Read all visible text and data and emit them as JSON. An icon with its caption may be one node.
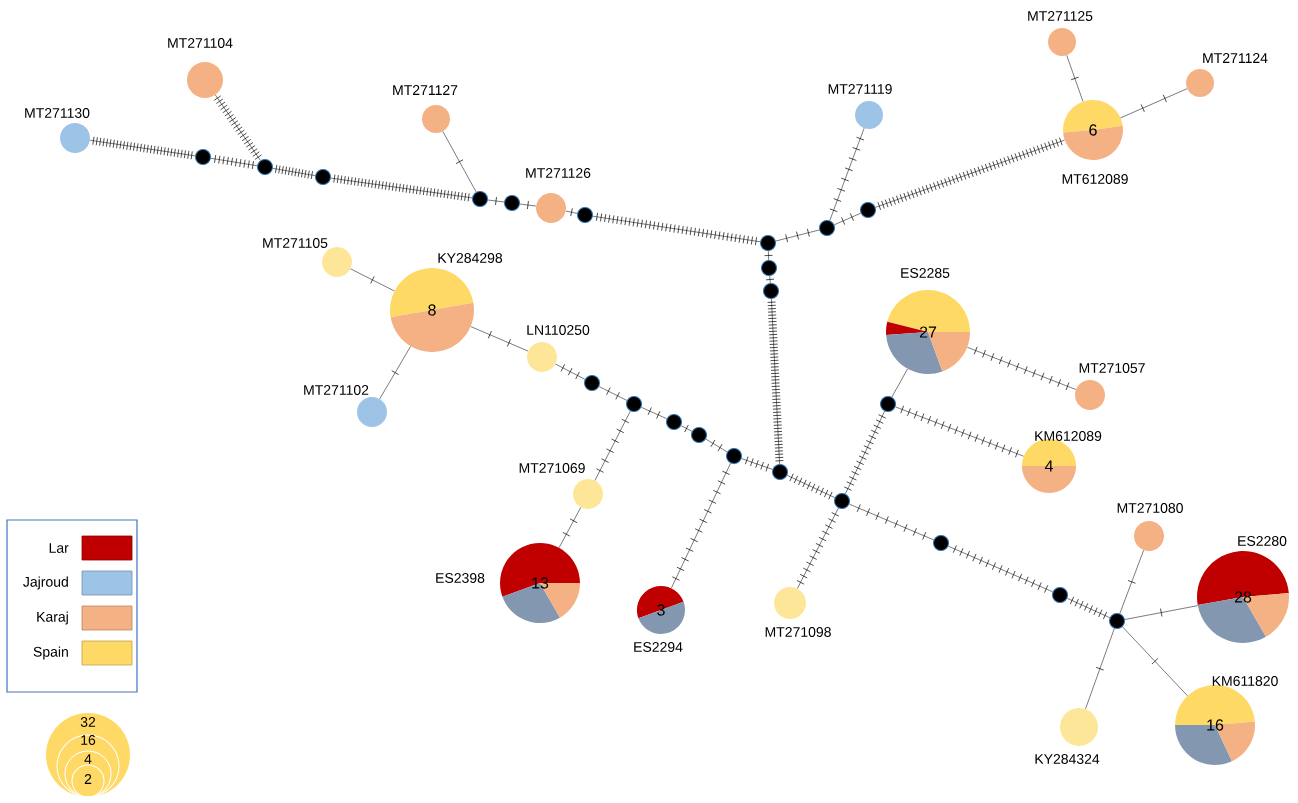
{
  "diagram": {
    "nodes": [
      {
        "text": [
          "MT271130"
        ]
      },
      {
        "text": [
          "MT271104"
        ]
      },
      {
        "text": [
          "MT271127"
        ]
      },
      {
        "text": [
          "MT271126"
        ]
      },
      {
        "text": [
          "MT271119"
        ]
      },
      {
        "text": [
          "MT271125"
        ]
      },
      {
        "text": [
          "MT271124"
        ]
      },
      {
        "text": [
          "6",
          "MT612089"
        ]
      },
      {
        "text": [
          "MT271105"
        ]
      },
      {
        "text": [
          "KY284298",
          "8"
        ]
      },
      {
        "text": [
          "MT271102"
        ]
      },
      {
        "text": [
          "LN110250"
        ]
      },
      {
        "text": [
          "ES2285",
          "27"
        ]
      },
      {
        "text": [
          "MT271057"
        ]
      },
      {
        "text": [
          "KM612089",
          "4"
        ]
      },
      {
        "text": [
          "MT271069"
        ]
      },
      {
        "text": [
          "ES2398",
          "13"
        ]
      },
      {
        "text": [
          "3",
          "ES2294"
        ]
      },
      {
        "text": [
          "MT271098"
        ]
      },
      {
        "text": [
          "MT271080"
        ]
      },
      {
        "text": [
          "ES2280",
          "28"
        ]
      },
      {
        "text": [
          "KY284324"
        ]
      },
      {
        "text": [
          "KM611820",
          "16"
        ]
      },
      {
        "text": [],
        "shape": "circle"
      },
      {
        "text": [],
        "shape": "circle"
      },
      {
        "text": [],
        "shape": "circle"
      },
      {
        "text": [],
        "shape": "circle"
      },
      {
        "text": [],
        "shape": "circle"
      },
      {
        "text": [],
        "shape": "circle"
      },
      {
        "text": [],
        "shape": "circle"
      },
      {
        "text": [],
        "shape": "circle"
      },
      {
        "text": [],
        "shape": "circle"
      },
      {
        "text": [],
        "shape": "circle"
      },
      {
        "text": [],
        "shape": "circle"
      },
      {
        "text": [],
        "shape": "circle"
      },
      {
        "text": [],
        "shape": "circle"
      },
      {
        "text": [],
        "shape": "circle"
      },
      {
        "text": [],
        "shape": "circle"
      },
      {
        "text": [],
        "shape": "circle"
      },
      {
        "text": [],
        "shape": "circle"
      },
      {
        "text": [],
        "shape": "circle"
      },
      {
        "text": [],
        "shape": "circle"
      },
      {
        "text": [],
        "shape": "circle"
      },
      {
        "text": [],
        "shape": "circle"
      },
      {
        "text": [],
        "shape": "circle"
      }
    ],
    "edges": [
      {
        "from": 0,
        "to": 23,
        "arrow": "none"
      },
      {
        "from": 23,
        "to": 24,
        "arrow": "none"
      },
      {
        "from": 1,
        "to": 24,
        "arrow": "none"
      },
      {
        "from": 24,
        "to": 25,
        "arrow": "none"
      },
      {
        "from": 25,
        "to": 26,
        "arrow": "none"
      },
      {
        "from": 2,
        "to": 26,
        "arrow": "none"
      },
      {
        "from": 26,
        "to": 27,
        "arrow": "none"
      },
      {
        "from": 27,
        "to": 3,
        "arrow": "none"
      },
      {
        "from": 3,
        "to": 28,
        "arrow": "none"
      },
      {
        "from": 28,
        "to": 29,
        "arrow": "none"
      },
      {
        "from": 29,
        "to": 30,
        "arrow": "none"
      },
      {
        "from": 30,
        "to": 31,
        "arrow": "none"
      },
      {
        "from": 31,
        "to": 39,
        "arrow": "none"
      },
      {
        "from": 29,
        "to": 32,
        "arrow": "none"
      },
      {
        "from": 32,
        "to": 4,
        "arrow": "none"
      },
      {
        "from": 32,
        "to": 33,
        "arrow": "none"
      },
      {
        "from": 33,
        "to": 7,
        "arrow": "none"
      },
      {
        "from": 7,
        "to": 5,
        "arrow": "none"
      },
      {
        "from": 7,
        "to": 6,
        "arrow": "none"
      },
      {
        "from": 8,
        "to": 9,
        "arrow": "none"
      },
      {
        "from": 9,
        "to": 10,
        "arrow": "none"
      },
      {
        "from": 9,
        "to": 11,
        "arrow": "none"
      },
      {
        "from": 11,
        "to": 34,
        "arrow": "none"
      },
      {
        "from": 34,
        "to": 35,
        "arrow": "none"
      },
      {
        "from": 35,
        "to": 15,
        "arrow": "none"
      },
      {
        "from": 15,
        "to": 16,
        "arrow": "none"
      },
      {
        "from": 35,
        "to": 36,
        "arrow": "none"
      },
      {
        "from": 36,
        "to": 37,
        "arrow": "none"
      },
      {
        "from": 37,
        "to": 38,
        "arrow": "none"
      },
      {
        "from": 38,
        "to": 17,
        "arrow": "none"
      },
      {
        "from": 38,
        "to": 39,
        "arrow": "none"
      },
      {
        "from": 39,
        "to": 41,
        "arrow": "none"
      },
      {
        "from": 41,
        "to": 40,
        "arrow": "none"
      },
      {
        "from": 40,
        "to": 12,
        "arrow": "none"
      },
      {
        "from": 40,
        "to": 14,
        "arrow": "none"
      },
      {
        "from": 12,
        "to": 13,
        "arrow": "none"
      },
      {
        "from": 41,
        "to": 18,
        "arrow": "none"
      },
      {
        "from": 41,
        "to": 42,
        "arrow": "none"
      },
      {
        "from": 42,
        "to": 43,
        "arrow": "none"
      },
      {
        "from": 43,
        "to": 44,
        "arrow": "none"
      },
      {
        "from": 44,
        "to": 19,
        "arrow": "none"
      },
      {
        "from": 44,
        "to": 20,
        "arrow": "none"
      },
      {
        "from": 44,
        "to": 22,
        "arrow": "none"
      },
      {
        "from": 44,
        "to": 21,
        "arrow": "none"
      }
    ],
    "labels": [
      "32",
      "16",
      "4",
      "2"
    ],
    "legend": [
      {
        "text": "Lar",
        "color": "#c00000"
      },
      {
        "text": "Jajroud",
        "color": "#9dc3e6"
      },
      {
        "text": "Karaj",
        "color": "#f4b183"
      },
      {
        "text": "Spain",
        "color": "#ffd966"
      }
    ]
  }
}
